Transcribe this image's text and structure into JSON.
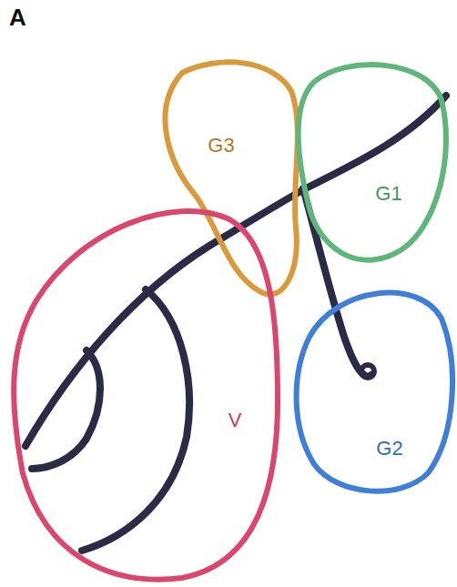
{
  "diagram": {
    "nodes": [
      {
        "text": [
          "G3"
        ]
      },
      {
        "text": [
          "G1"
        ]
      },
      {
        "text": [
          "V"
        ]
      },
      {
        "text": [
          "G2"
        ]
      }
    ],
    "labels": [
      "A"
    ]
  }
}
